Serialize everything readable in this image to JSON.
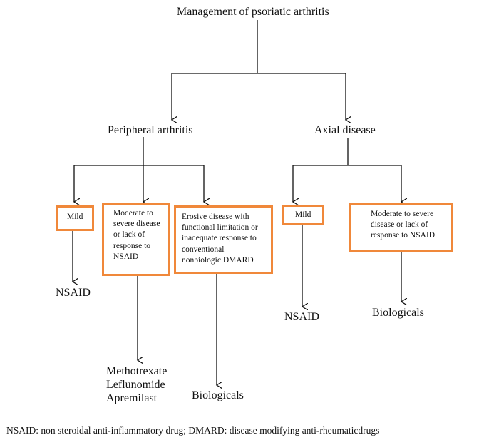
{
  "diagram": {
    "title": "Management of psoriatic arthritis",
    "branches": {
      "peripheral": {
        "label": "Peripheral arthritis",
        "mild": "Mild",
        "moderate": [
          "Moderate to",
          "severe disease",
          "or lack of",
          "response to",
          "NSAID"
        ],
        "erosive": [
          "Erosive disease with",
          "functional limitation or",
          "inadequate response to",
          "conventional",
          "nonbiologic  DMARD"
        ],
        "mild_outcome": "NSAID",
        "moderate_outcome": [
          "Methotrexate",
          "Leflunomide",
          "Apremilast"
        ],
        "erosive_outcome": "Biologicals"
      },
      "axial": {
        "label": "Axial disease",
        "mild": "Mild",
        "moderate": [
          "Moderate to severe",
          "disease or lack of",
          "response to NSAID"
        ],
        "mild_outcome": "NSAID",
        "moderate_outcome": "Biologicals"
      }
    },
    "footnote": "NSAID: non steroidal anti-inflammatory drug; DMARD: disease modifying anti-rheumaticdrugs",
    "colors": {
      "box_border": "#f0883a",
      "line": "#111111"
    }
  }
}
